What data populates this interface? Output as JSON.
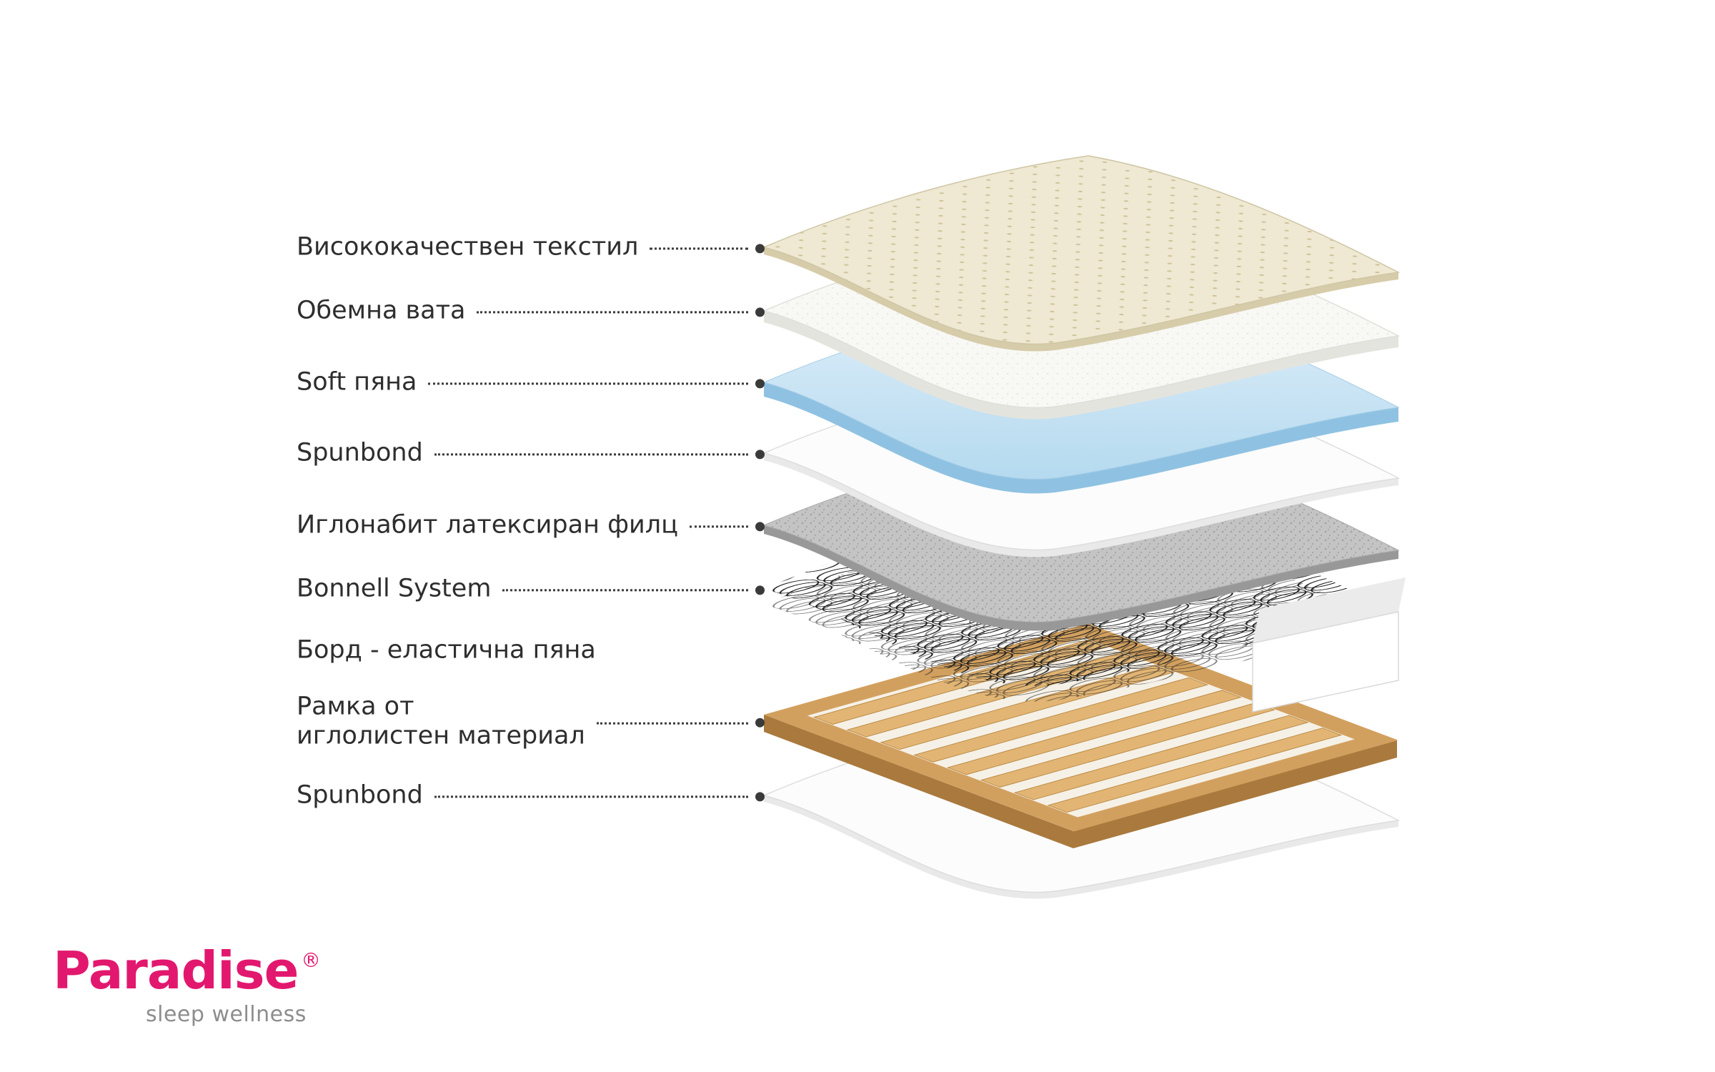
{
  "page": {
    "background": "#ffffff",
    "leader_color": "#3a3a3a",
    "label_color": "#2e2e2e"
  },
  "layers": [
    {
      "id": "textile",
      "label": "Висококачествен текстил",
      "top_color": "#efe8d2",
      "dot_color": "#cfc29a",
      "side_color": "#d7cca9"
    },
    {
      "id": "wadding",
      "label": "Обемна вата",
      "top_color": "#f8f8f5",
      "dot_color": "#e9e9e3",
      "side_color": "#e4e4de"
    },
    {
      "id": "soft-foam",
      "label": "Soft пяна",
      "top_color": "#e0effa",
      "top_color2": "#b5daef",
      "side_color": "#8fc2e2"
    },
    {
      "id": "spunbond-top",
      "label": "Spunbond",
      "top_color": "#fcfcfc",
      "side_color": "#e9e9e9"
    },
    {
      "id": "felt",
      "label": "Иглонабит латексиран филц",
      "top_color": "#c4c4c4",
      "dot_color": "#a5a5a5",
      "side_color": "#989898"
    },
    {
      "id": "bonnell-system",
      "label": "Bonnell System",
      "coil_color": "#1e1e1e"
    },
    {
      "id": "board",
      "label": "Борд - еластична пяна",
      "front_color": "#ffffff",
      "top_color": "#ebebeb",
      "edge_color": "#d9d9d9"
    },
    {
      "id": "frame",
      "label": "Рамка от\nиглолистен материал",
      "wood_top": "#d2a05e",
      "wood_side": "#a9793d",
      "slat_color": "#e2b574",
      "slat_edge": "#b8863f",
      "inner_color": "#f6f1e7"
    },
    {
      "id": "spunbond-bottom",
      "label": "Spunbond",
      "top_color": "#fcfcfc",
      "side_color": "#e9e9e9"
    }
  ],
  "logo": {
    "brand": "Paradise",
    "registered": "®",
    "tagline": "sleep wellness",
    "brand_color": "#e2186f",
    "tagline_color": "#8d8d8d"
  }
}
